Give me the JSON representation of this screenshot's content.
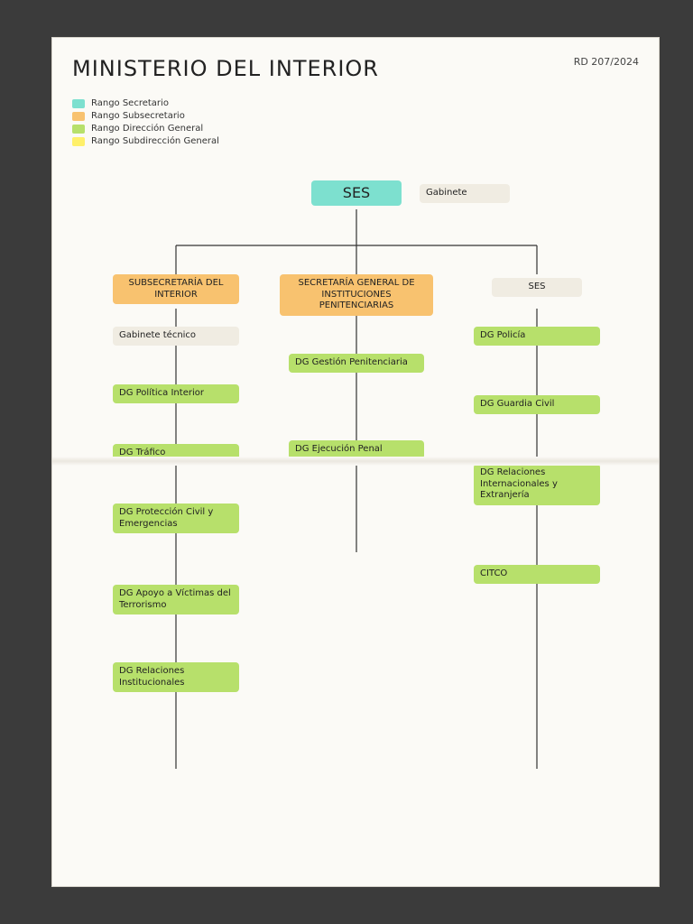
{
  "document": {
    "title": "MINISTERIO DEL INTERIOR",
    "reference": "RD 207/2024"
  },
  "legend": [
    {
      "label": "Rango Secretario",
      "color": "#7de0cf"
    },
    {
      "label": "Rango Subsecretario",
      "color": "#f8c26f"
    },
    {
      "label": "Rango Dirección General",
      "color": "#b7e06b"
    },
    {
      "label": "Rango Subdirección General",
      "color": "#fff06a"
    }
  ],
  "nodes": {
    "ses": "SES",
    "ses_gabinete": "Gabinete",
    "cittco": "CITCO",
    "policia": "DG Policía",
    "guardia_civil": "DG Guardia Civil",
    "relaciones_internacionales": "DG Relaciones Internacionales y Extranjería",
    "sgip": "SECRETARÍA GENERAL DE INSTITUCIONES PENITENCIARIAS",
    "gestion_penitenciaria": "DG Gestión Penitenciaria",
    "ejecucion_penal": "DG Ejecución Penal",
    "subsecretaria": "SUBSECRETARÍA DEL INTERIOR",
    "sub_gabinete": "Gabinete técnico",
    "politica_interior": "DG Política Interior",
    "trafico": "DG Tráfico",
    "proteccion_civil": "DG Protección Civil y Emergencias",
    "apoyo_victimas": "DG Apoyo a Víctimas del Terrorismo",
    "relaciones_institucionales": "DG Relaciones Institucionales"
  }
}
